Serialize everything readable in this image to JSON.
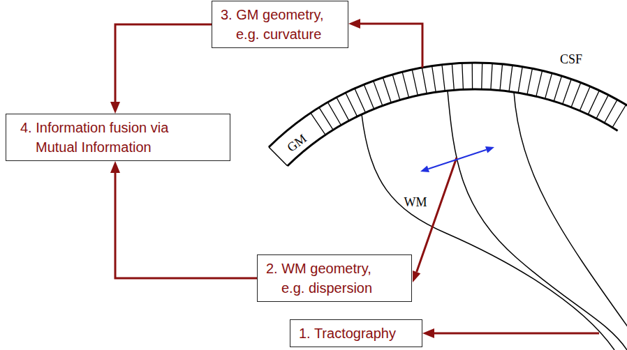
{
  "diagram": {
    "nodes": [
      {
        "text": [
          "3. GM geometry, e.g. curvature"
        ]
      },
      {
        "text": [
          "4. Information fusion via Mutual Information"
        ]
      },
      {
        "text": [
          "2. WM geometry, e.g. dispersion"
        ]
      },
      {
        "text": [
          "1. Tractography"
        ]
      }
    ],
    "edges": [
      {
        "from": 0,
        "to": 1,
        "arrow": "to"
      },
      {
        "from": 2,
        "to": 1,
        "arrow": "to"
      }
    ],
    "labels": [
      "GM",
      "WM",
      "CSF"
    ]
  }
}
